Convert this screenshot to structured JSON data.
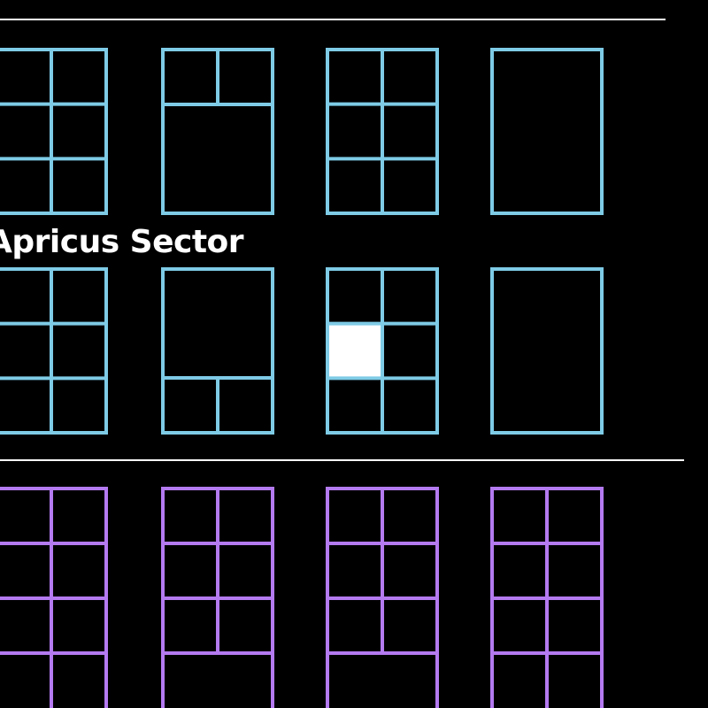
{
  "sector_label": "Apricus Sector",
  "colors": {
    "background": "#000000",
    "sector_a": "#7ecbe6",
    "sector_b": "#b47af0",
    "highlight": "#ffffff",
    "divider": "#ffffff"
  },
  "sections": [
    {
      "id": "sector-a",
      "color_key": "sector_a",
      "rows": [
        {
          "units": [
            {
              "layout": "grid-2x3",
              "highlight_cell": null
            },
            {
              "layout": "split-top",
              "highlight_cell": null
            },
            {
              "layout": "grid-2x3",
              "highlight_cell": null
            },
            {
              "layout": "single",
              "highlight_cell": null
            }
          ]
        },
        {
          "units": [
            {
              "layout": "grid-2x3",
              "highlight_cell": null
            },
            {
              "layout": "split-bottom",
              "highlight_cell": null
            },
            {
              "layout": "grid-2x3",
              "highlight_cell": [
                0,
                1
              ]
            },
            {
              "layout": "single",
              "highlight_cell": null
            }
          ]
        }
      ]
    },
    {
      "id": "sector-b",
      "color_key": "sector_b",
      "rows": [
        {
          "units": [
            {
              "layout": "grid-2x4",
              "highlight_cell": null
            },
            {
              "layout": "grid-2x3-open-bottom",
              "highlight_cell": null
            },
            {
              "layout": "grid-2x3-open-bottom",
              "highlight_cell": null
            },
            {
              "layout": "grid-2x4",
              "highlight_cell": null
            }
          ]
        }
      ]
    }
  ]
}
